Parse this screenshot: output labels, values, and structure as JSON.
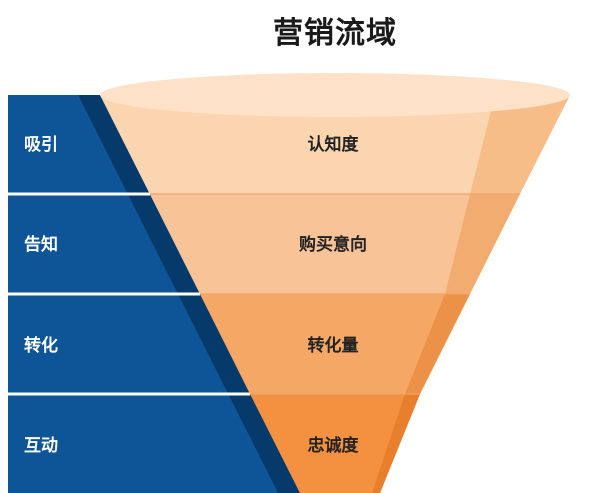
{
  "title": "营销流域",
  "stages": [
    "吸引",
    "告知",
    "转化",
    "互动"
  ],
  "levels": [
    "认知度",
    "购买意向",
    "转化量",
    "忠诚度"
  ],
  "colors": {
    "band": "#0d5596",
    "band_shadow": "#063a6b",
    "funnel": [
      "#fbd5af",
      "#f8c497",
      "#f5a865",
      "#f39140"
    ],
    "funnel_side": [
      "#f6bd89",
      "#f2ac70",
      "#ec9148",
      "#e77f2d"
    ],
    "funnel_top": "#fde2c8",
    "divider": "#ffffff"
  }
}
